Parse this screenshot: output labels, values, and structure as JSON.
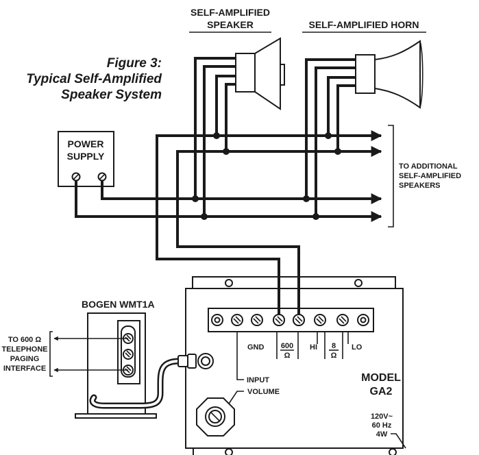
{
  "figure": {
    "title_line1": "Figure 3:",
    "title_line2": "Typical Self-Amplified",
    "title_line3": "Speaker System"
  },
  "speaker": {
    "label_line1": "SELF-AMPLIFIED",
    "label_line2": "SPEAKER"
  },
  "horn": {
    "label": "SELF-AMPLIFIED HORN"
  },
  "power_supply": {
    "label_line1": "POWER",
    "label_line2": "SUPPLY"
  },
  "additional": {
    "line1": "TO ADDITIONAL",
    "line2": "SELF-AMPLIFIED",
    "line3": "SPEAKERS"
  },
  "wmt1a": {
    "title": "BOGEN WMT1A"
  },
  "telephone": {
    "line1": "TO 600 Ω",
    "line2": "TELEPHONE",
    "line3": "PAGING",
    "line4": "INTERFACE"
  },
  "amplifier": {
    "terminals": {
      "gnd": "GND",
      "ohm600_top": "600",
      "ohm600_unit": "Ω",
      "hi": "HI",
      "ohm8_top": "8",
      "ohm8_unit": "Ω",
      "lo": "LO"
    },
    "input_label": "INPUT",
    "volume_label": "VOLUME",
    "model_line1": "MODEL",
    "model_line2": "GA2",
    "power_line1": "120V~",
    "power_line2": "60 Hz",
    "power_line3": "4W"
  }
}
